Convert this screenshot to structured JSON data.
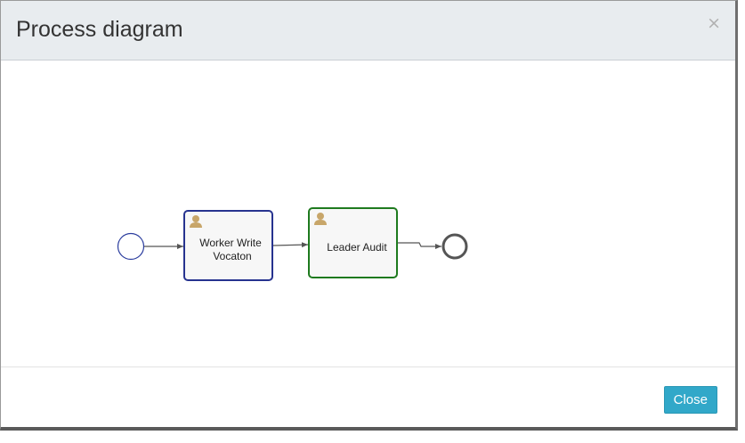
{
  "dialog": {
    "title": "Process diagram",
    "close_symbol": "×",
    "close_button_label": "Close"
  },
  "diagram": {
    "tasks": [
      {
        "line1": "Worker Write",
        "line2": "Vocaton",
        "icon": "user-icon"
      },
      {
        "line1": "Leader Audit",
        "line2": "",
        "icon": "user-icon"
      }
    ],
    "colors": {
      "start_event": "#2b3d9e",
      "worker_task_border": "#27338f",
      "leader_task_border": "#1e7a1e",
      "end_event": "#555555",
      "button": "#31a8c9"
    }
  }
}
